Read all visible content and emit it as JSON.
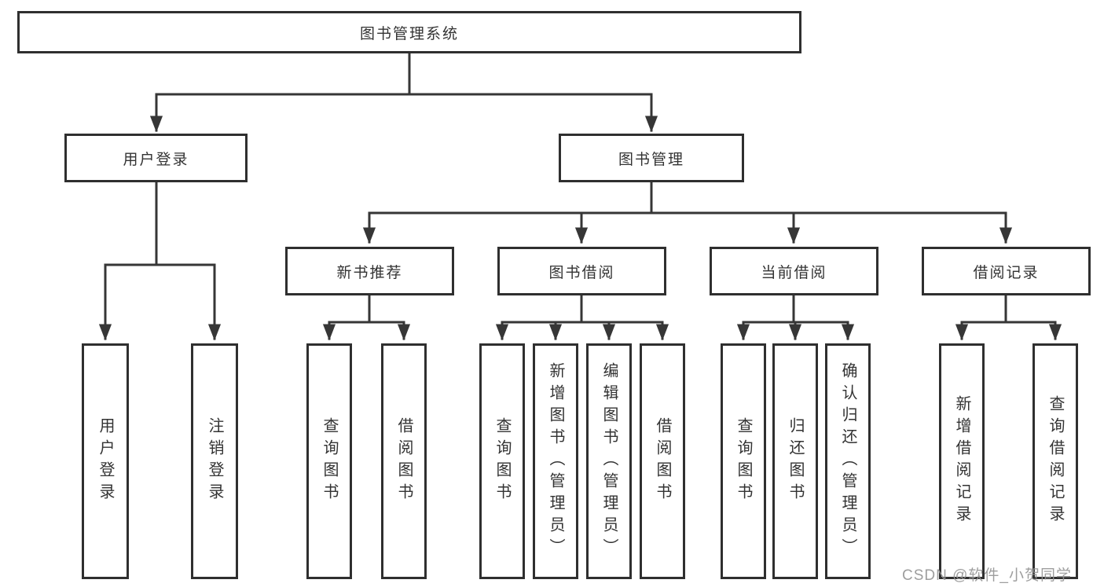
{
  "watermark": "CSDN @软件_小贺同学",
  "colors": {
    "line": "#363636",
    "border": "#2f2f2f",
    "text": "#333333",
    "box_background": "#ffffff",
    "watermark": "#949494"
  },
  "nodes": {
    "root": "图书管理系统",
    "userLogin": "用户登录",
    "bookMgmt": "图书管理",
    "newRec": "新书推荐",
    "bookBorrow": "图书借阅",
    "curBorrow": "当前借阅",
    "borrowRec": "借阅记录",
    "ulLogin": "用户登录",
    "ulLogout": "注销登录",
    "nbrQuery": "查询图书",
    "nbrBorrow": "借阅图书",
    "bbQuery": "查询图书",
    "bbAdd": "新增图书（管理员）",
    "bbEdit": "编辑图书（管理员）",
    "bbBorrow": "借阅图书",
    "cbQuery": "查询图书",
    "cbReturn": "归还图书",
    "cbConfirm": "确认归还（管理员）",
    "brAdd": "新增借阅记录",
    "brQuery": "查询借阅记录"
  }
}
